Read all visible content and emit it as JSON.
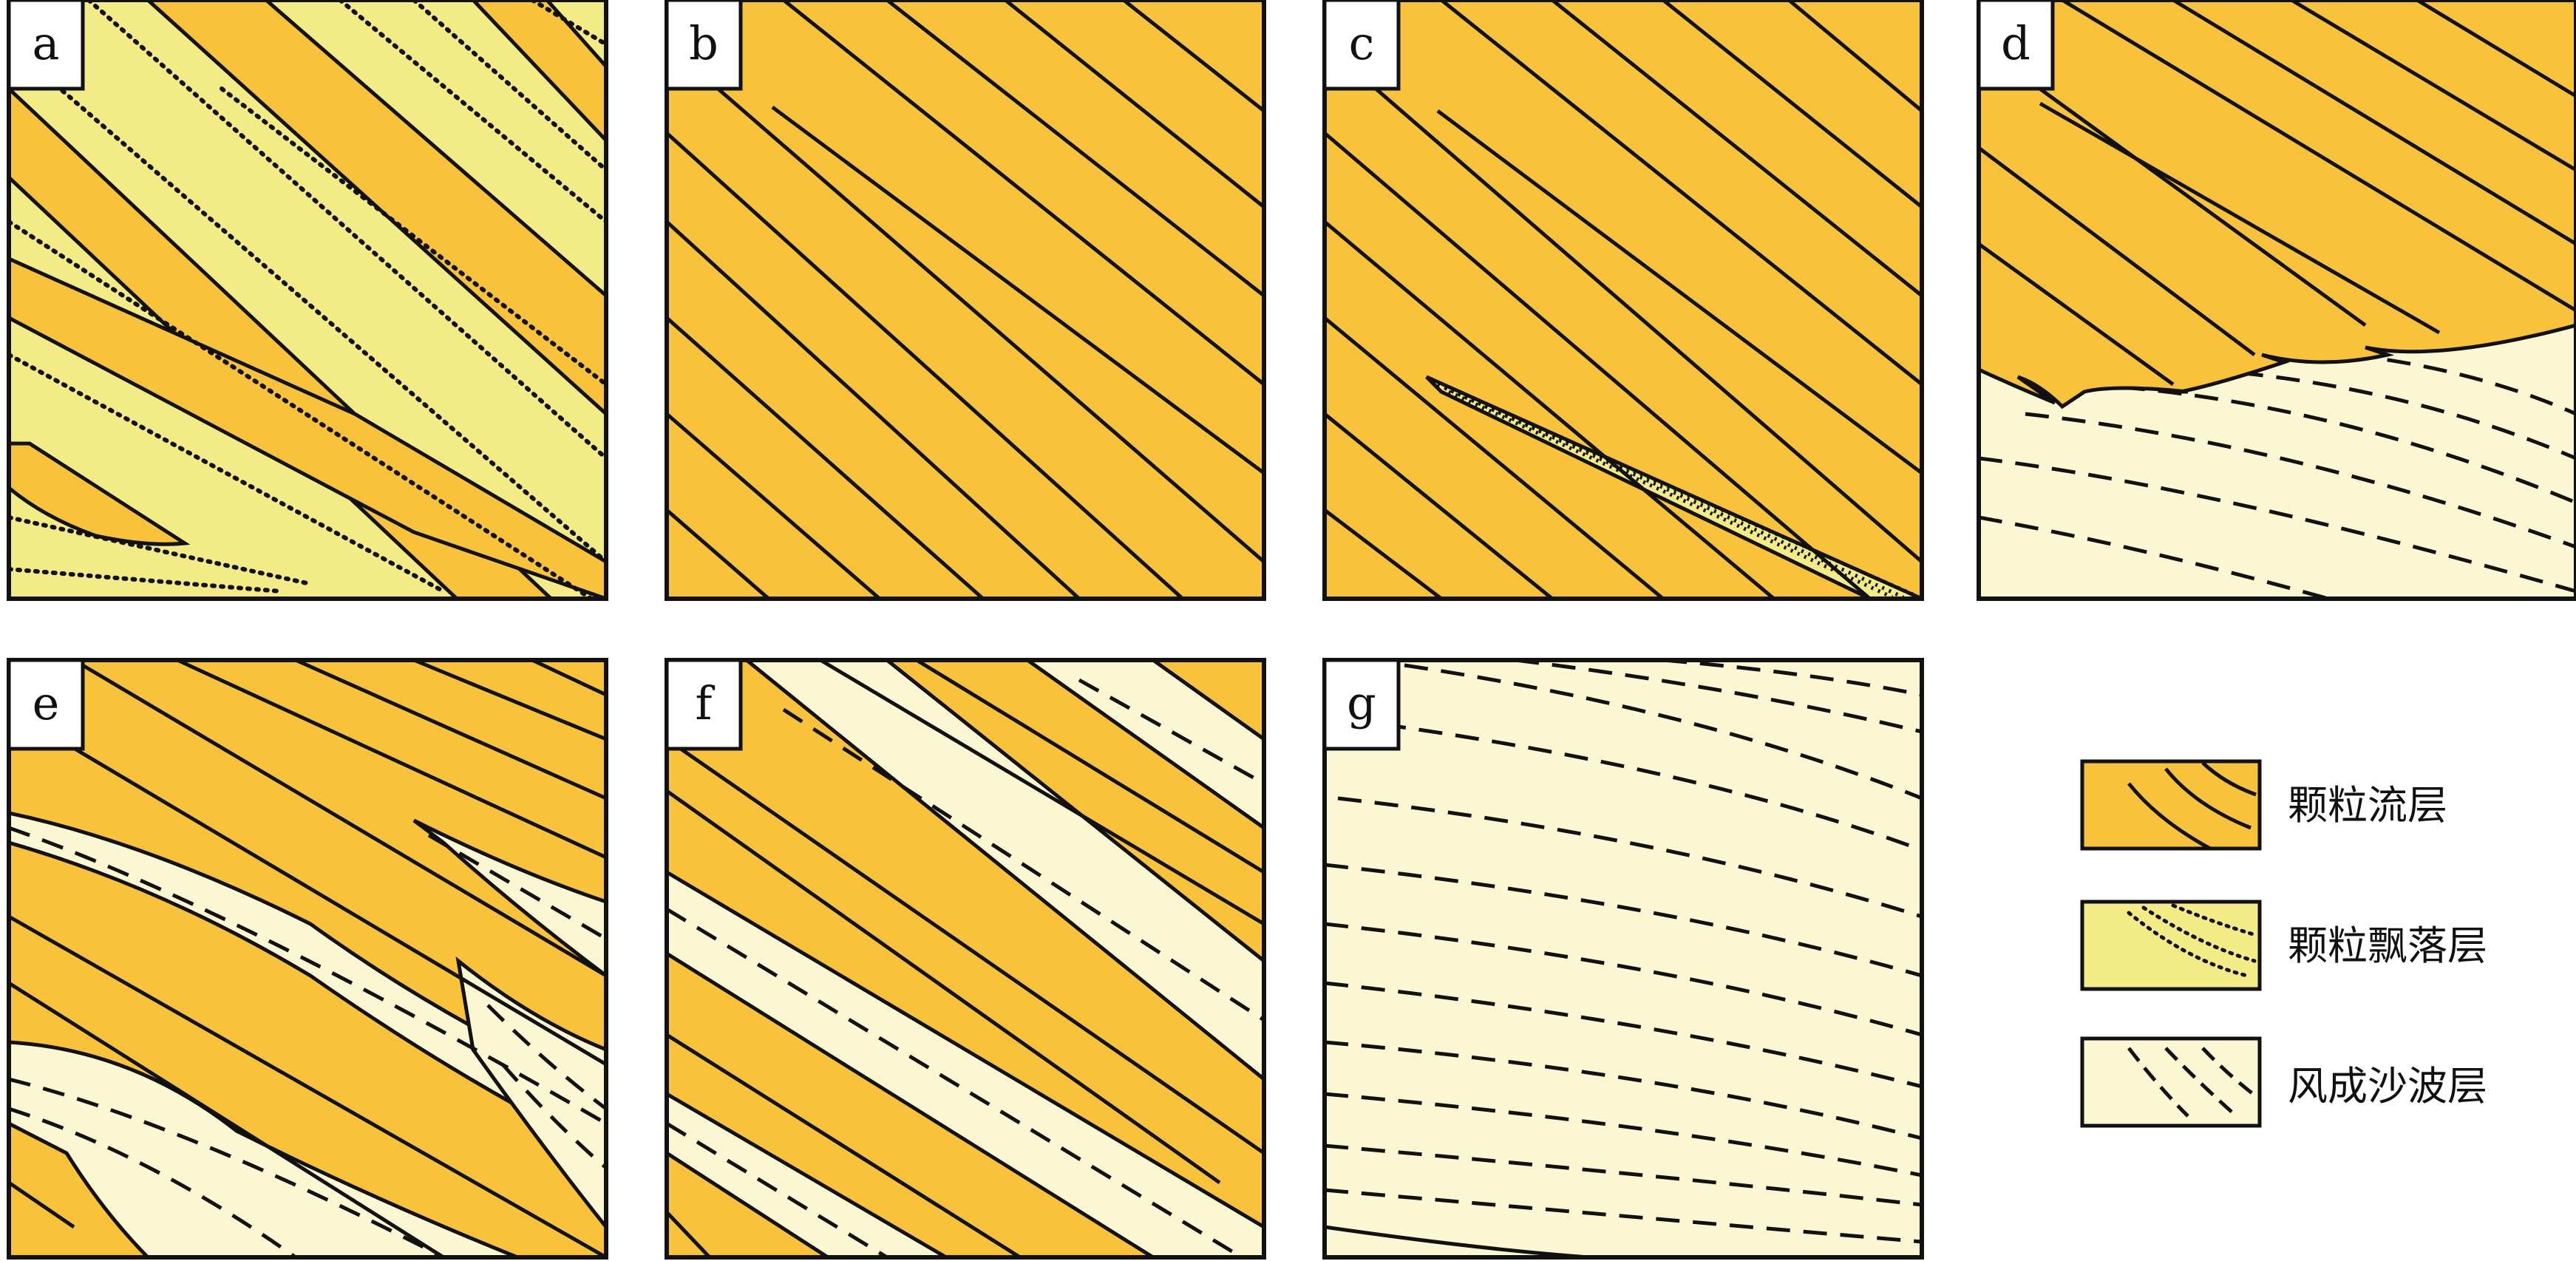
{
  "colors": {
    "grainflow": "#F8C33A",
    "grainfall": "#F3EC86",
    "wind_ripple": "#FCF7D3",
    "line": "#111111",
    "panel_border": "#111111"
  },
  "panels": [
    {
      "id": "a",
      "label": "a"
    },
    {
      "id": "b",
      "label": "b"
    },
    {
      "id": "c",
      "label": "c"
    },
    {
      "id": "d",
      "label": "d"
    },
    {
      "id": "e",
      "label": "e"
    },
    {
      "id": "f",
      "label": "f"
    },
    {
      "id": "g",
      "label": "g"
    }
  ],
  "legend": [
    {
      "key": "grainflow",
      "label": "颗粒流层",
      "line_style": "solid"
    },
    {
      "key": "grainfall",
      "label": "颗粒飘落层",
      "line_style": "dotted"
    },
    {
      "key": "wind_ripple",
      "label": "风成沙波层",
      "line_style": "dashed"
    }
  ]
}
